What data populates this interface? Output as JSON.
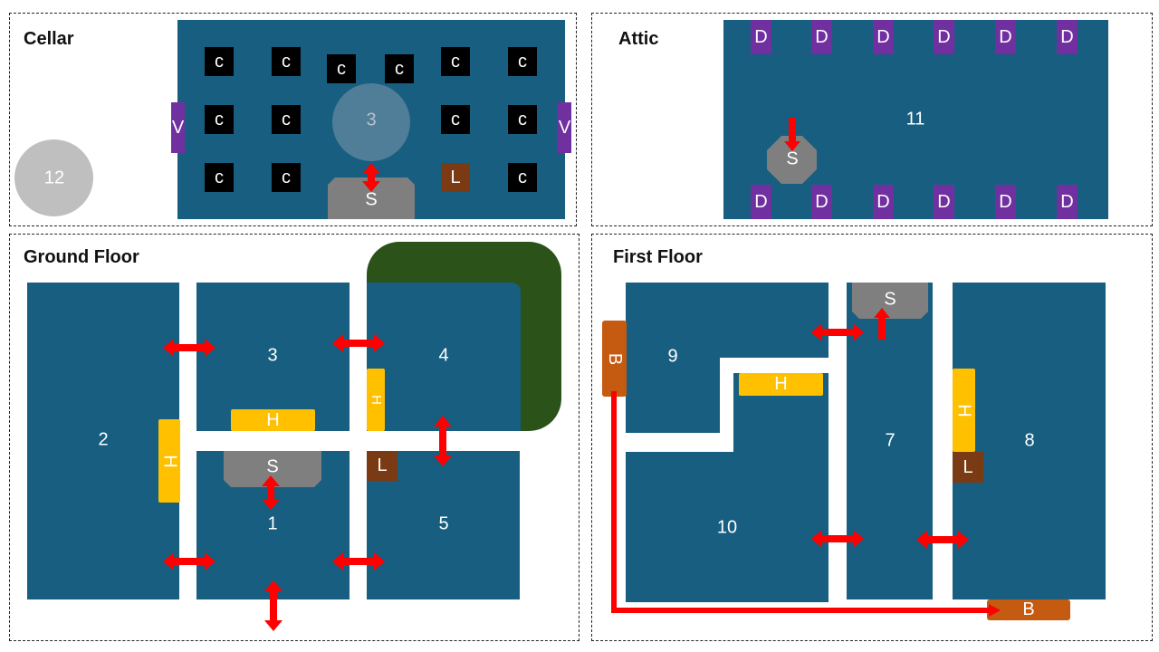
{
  "cellar": {
    "title": "Cellar",
    "crate_label": "c",
    "room_label": "3",
    "stairs_label": "S",
    "lift_label": "L",
    "side_label": "V",
    "outside_label": "12"
  },
  "attic": {
    "title": "Attic",
    "room_label": "11",
    "door_label": "D",
    "stairs_label": "S"
  },
  "ground": {
    "title": "Ground Floor",
    "rooms": {
      "r1": "1",
      "r2": "2",
      "r3": "3",
      "r4": "4",
      "r5": "5"
    },
    "h_label": "H",
    "stairs_label": "S",
    "lift_label": "L"
  },
  "first": {
    "title": "First Floor",
    "rooms": {
      "r7": "7",
      "r8": "8",
      "r9": "9",
      "r10": "10"
    },
    "h_label": "H",
    "stairs_label": "S",
    "lift_label": "L",
    "b_label": "B"
  },
  "colors": {
    "room": "#175e80",
    "arrow": "#ff0000",
    "garden": "#2a5219",
    "hallway": "#ffffff",
    "stairs": "#7f7f7f",
    "heater": "#ffc000",
    "lift": "#7a3a14",
    "door": "#7030a0",
    "balcony": "#c55a11",
    "outside_circle": "#bfbfbf"
  }
}
